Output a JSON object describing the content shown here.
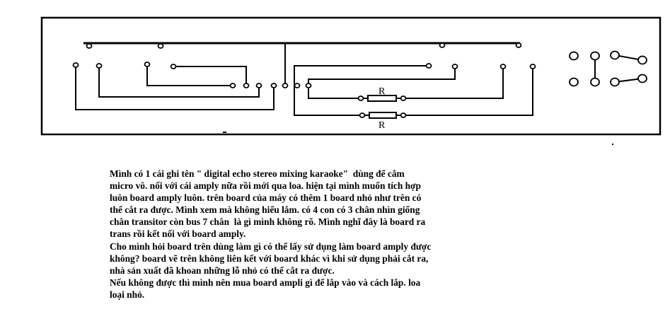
{
  "diagram": {
    "resistor_labels": [
      "R",
      "R"
    ]
  },
  "post": {
    "lines": [
      "Mình có 1 cái ghi tên \" digital echo stereo mixing karaoke\"  dùng để cắm",
      "micro vô. nối với cái amply nữa rồi mới qua loa. hiện tại mình muốn tích hợp",
      "luôn board amply luôn. trên board của máy có thêm 1 board nhỏ như trên có",
      "thể cắt ra được. Mình xem mà không hiểu lắm. có 4 con có 3 chân nhìn giống",
      "chân transitor còn bus 7 chân  là gì mình không rõ. Mình nghĩ đây là board ra",
      "trans rồi kết nối với board amply.",
      "Cho mình hỏi board trên dùng làm gì có thể lấy sử dụng làm board amply được",
      "không? board vẽ trên không liên kết với board khác vì khi sử dụng phải cắt ra,",
      "nhà sản xuất đã khoan những lỗ nhỏ có thể cắt ra được.",
      "Nếu không được thì mình nên mua board ampli gì để lắp vào và cách lắp. loa",
      "loại nhỏ."
    ]
  }
}
